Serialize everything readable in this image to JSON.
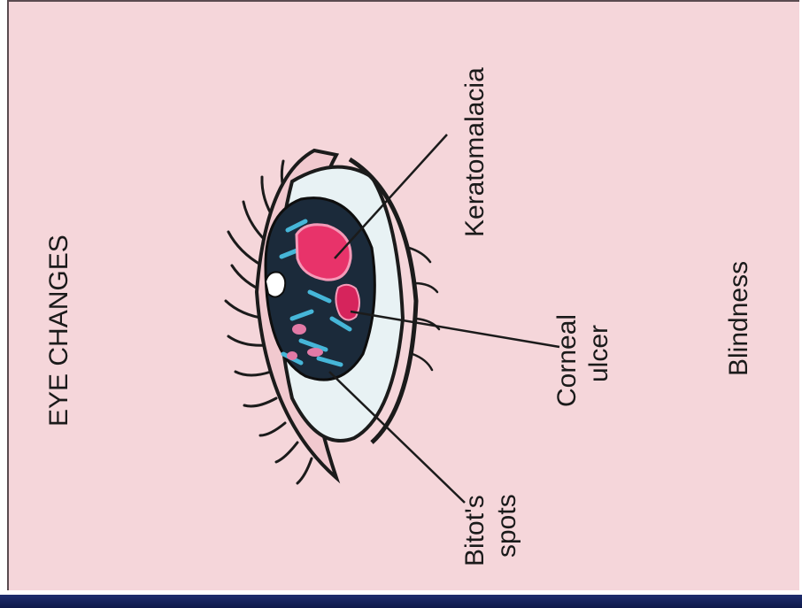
{
  "diagram": {
    "title": "EYE CHANGES",
    "labels": {
      "keratomalacia": "Keratomalacia",
      "corneal_ulcer_line1": "Corneal",
      "corneal_ulcer_line2": "ulcer",
      "bitots_line1": "Bitot's",
      "bitots_line2": "spots",
      "blindness": "Blindness"
    },
    "colors": {
      "background": "#f5d6da",
      "sclera": "#e8f2f4",
      "iris": "#1b2a3a",
      "keratomalacia_patch": "#e8336a",
      "ulcer_patch": "#d6245c",
      "iris_highlight": "#46b6d8",
      "frame_bar": "#14205a"
    }
  }
}
